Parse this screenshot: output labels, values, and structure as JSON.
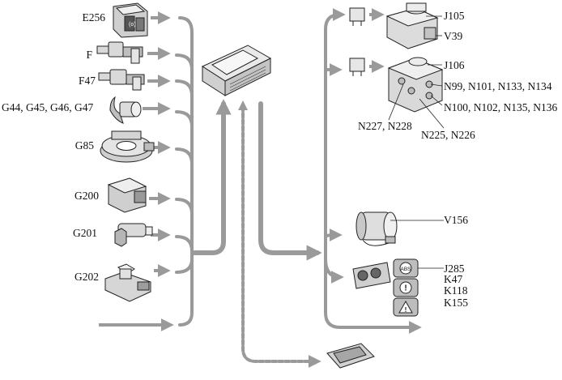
{
  "inputs": {
    "e256": "E256",
    "f": "F",
    "f47": "F47",
    "g44_g47": "G44, G45, G46, G47",
    "g85": "G85",
    "g200": "G200",
    "g201": "G201",
    "g202": "G202"
  },
  "outputs": {
    "j105": "J105",
    "v39": "V39",
    "j106": "J106",
    "n99_group": "N99, N101, N133, N134",
    "n100_group": "N100, N102, N135, N136",
    "n227_group": "N227, N228",
    "n225_group": "N225, N226",
    "v156": "V156",
    "j285": "J285",
    "k47": "K47",
    "k118": "K118",
    "k155": "K155"
  },
  "warning_icons": {
    "abs_text": "ABS",
    "brake_symbol": "!",
    "hazard_symbol": "!"
  },
  "colors": {
    "arrow": "#9a9a9a",
    "component_fill": "#e6e6e6",
    "component_stroke": "#222222"
  }
}
